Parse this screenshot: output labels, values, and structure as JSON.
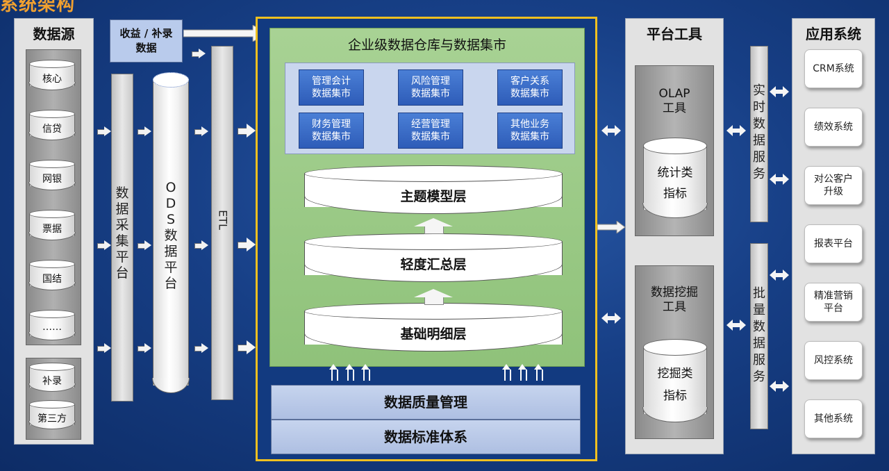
{
  "header": {
    "title_fragment": "系统架构"
  },
  "sources": {
    "title": "数据源",
    "items": [
      "核心",
      "信贷",
      "网银",
      "票据",
      "国结",
      "……"
    ],
    "extra": [
      "补录",
      "第三方"
    ]
  },
  "supplement": {
    "label": "收益 / 补录 数据"
  },
  "collect": {
    "label": "数据采集平台"
  },
  "ods": {
    "label": "ODS数据平台"
  },
  "etl": {
    "label": "ETL"
  },
  "warehouse": {
    "title": "企业级数据仓库与数据集市",
    "marts": [
      [
        "管理会计",
        "数据集市"
      ],
      [
        "风险管理",
        "数据集市"
      ],
      [
        "客户关系",
        "数据集市"
      ],
      [
        "财务管理",
        "数据集市"
      ],
      [
        "经营管理",
        "数据集市"
      ],
      [
        "其他业务",
        "数据集市"
      ]
    ],
    "layers": [
      "主题模型层",
      "轻度汇总层",
      "基础明细层"
    ],
    "quality": "数据质量管理",
    "standard": "数据标准体系"
  },
  "platform": {
    "title": "平台工具",
    "olap": {
      "title": [
        "OLAP",
        "工具"
      ],
      "cyl": [
        "统计类",
        "指标"
      ]
    },
    "mining": {
      "title": [
        "数据挖掘",
        "工具"
      ],
      "cyl": [
        "挖掘类",
        "指标"
      ]
    }
  },
  "services": {
    "realtime": "实时数据服务",
    "batch": "批量数据服务"
  },
  "apps": {
    "title": "应用系统",
    "items": [
      [
        "CRM系统"
      ],
      [
        "绩效系统"
      ],
      [
        "对公客户",
        "升级"
      ],
      [
        "报表平台"
      ],
      [
        "精准营销",
        "平台"
      ],
      [
        "风控系统"
      ],
      [
        "其他系统"
      ]
    ]
  },
  "colors": {
    "background": "#173f86",
    "warehouse_border": "#f0c020",
    "warehouse_fill": "#9ccb86",
    "mart": "#3a6cc8",
    "quality": "#b7c7e6",
    "title_orange": "#f0a030"
  }
}
